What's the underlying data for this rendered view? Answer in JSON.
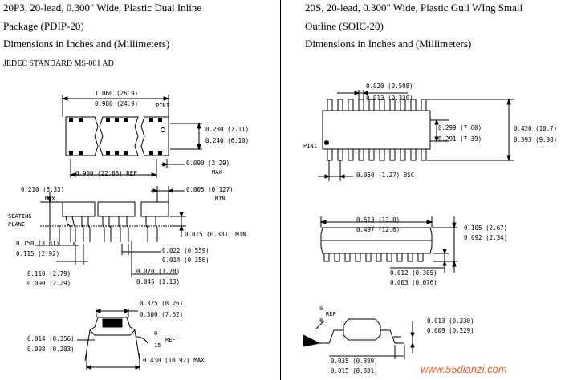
{
  "left": {
    "title_line1": "20P3, 20-lead, 0.300\" Wide, Plastic Dual Inline",
    "title_line2": "Package (PDIP-20)",
    "title_line3": "Dimensions in Inches and (Millimeters)",
    "standard": "JEDEC STANDARD MS-001 AD",
    "dims": {
      "len_max": "1.060  (26.9)",
      "len_min": "0.980  (24.9)",
      "pin1": "PIN1",
      "h_max": "0.280  (7.11)",
      "h_min": "0.240  (6.10)",
      "ref": "0.900 (22.86)  REF",
      "end_max": "0.090 (2.29)",
      "max1": "MAX",
      "seat_max": "0.210 (5.33)",
      "max2": "MAX",
      "lead_t": "0.005 (0.127)",
      "min1": "MIN",
      "seating": "SEATING",
      "plane": "PLANE",
      "standoff": "0.015 (0.381) MIN",
      "lead_len_max": "0.150  (3.81)",
      "lead_len_min": "0.115  (2.92)",
      "lw_max": "0.022  (0.559)",
      "lw_min": "0.014  (0.356)",
      "pitch_max": "0.110  (2.79)",
      "pitch_min": "0.090  (2.29)",
      "shoulder_max": "0.070 (1.78)",
      "shoulder_min": "0.045 (1.13)",
      "row_max": "0.325 (8.26)",
      "row_min": "0.300 (7.62)",
      "thk_max": "0.014 (0.356)",
      "thk_min": "0.008 (0.203)",
      "angle_top": "0",
      "angle_bot": "15",
      "angle_ref": "REF",
      "spread": "0.430 (10.92) MAX"
    }
  },
  "right": {
    "title_line1": "20S, 20-lead, 0.300\" Wide, Plastic Gull WIng Small",
    "title_line2": "Outline (SOIC-20)",
    "title_line3": "Dimensions in Inches and (Millimeters)",
    "dims": {
      "lw_max": "0.020  (0.508)",
      "lw_min": "0.013  (0.330)",
      "pin1": "PIN1",
      "body_max": "0.299  (7.60)",
      "body_min": "0.291  (7.39)",
      "span_max": "0.420  (10.7)",
      "span_min": "0.393  (9.98)",
      "pitch": "0.050  (1.27) BSC",
      "len_max": "0.513  (13.0)",
      "len_min": "0.497  (12.6)",
      "ht_max": "0.105  (2.67)",
      "ht_min": "0.092  (2.34)",
      "so_max": "0.012  (0.305)",
      "so_min": "0.003  (0.076)",
      "angle_top": "0",
      "angle_bot": "8",
      "angle_ref": "REF",
      "lt_max": "0.013  (0.330)",
      "lt_min": "0.009  (0.229)",
      "foot_max": "0.035  (0.889)",
      "foot_min": "0.015  (0.381)"
    }
  },
  "watermark": "www.55dianzi.com"
}
